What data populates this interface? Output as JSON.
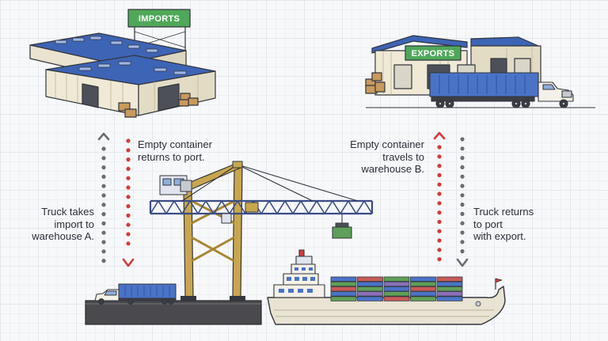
{
  "signs": {
    "imports": "IMPORTS",
    "exports": "EXPORTS"
  },
  "labels": {
    "empty_to_port": [
      "Empty container",
      "returns to port."
    ],
    "empty_to_warehouse_b": [
      "Empty container",
      "travels to",
      "warehouse B."
    ],
    "truck_import": [
      "Truck takes",
      "import to",
      "warehouse A."
    ],
    "truck_export": [
      "Truck returns",
      "to port",
      "with export."
    ]
  },
  "colors": {
    "roof_blue": "#3d64b5",
    "sign_green": "#4fa85a",
    "arrow_red": "#d43a3a",
    "arrow_grey": "#6a6d73",
    "container_blue": "#4a73c8",
    "crane_tan": "#c9a64e",
    "crane_steel": "#3b4d86",
    "ship_hull": "#e8e3d2",
    "dock_dark": "#4a4a4e"
  },
  "icons": [
    "import-warehouse-icon",
    "export-warehouse-icon",
    "gantry-crane-icon",
    "container-ship-icon",
    "semi-truck-icon",
    "dotted-arrow-icon"
  ]
}
